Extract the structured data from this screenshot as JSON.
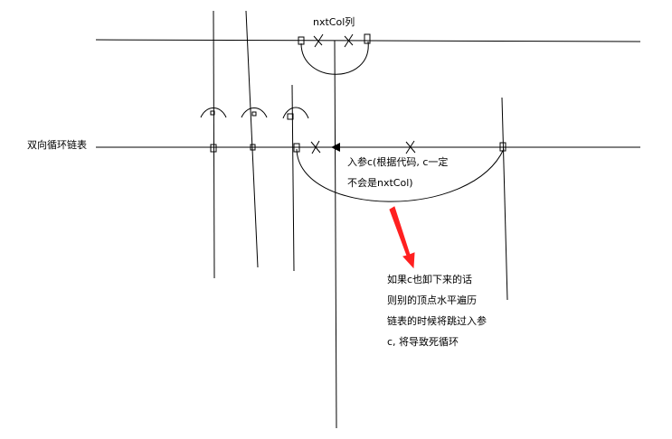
{
  "labels": {
    "column_label": "nxtCol列",
    "list_label": "双向循环链表",
    "param_line1": "入参c(根据代码, c一定",
    "param_line2": "不会是nxtCol)",
    "note_line1": "如果c也卸下来的话",
    "note_line2": "则别的顶点水平遍历",
    "note_line3": "链表的时候将跳过入参",
    "note_line4": "c, 将导致死循环"
  },
  "colors": {
    "line": "#000000",
    "arrow": "#ff2020"
  }
}
